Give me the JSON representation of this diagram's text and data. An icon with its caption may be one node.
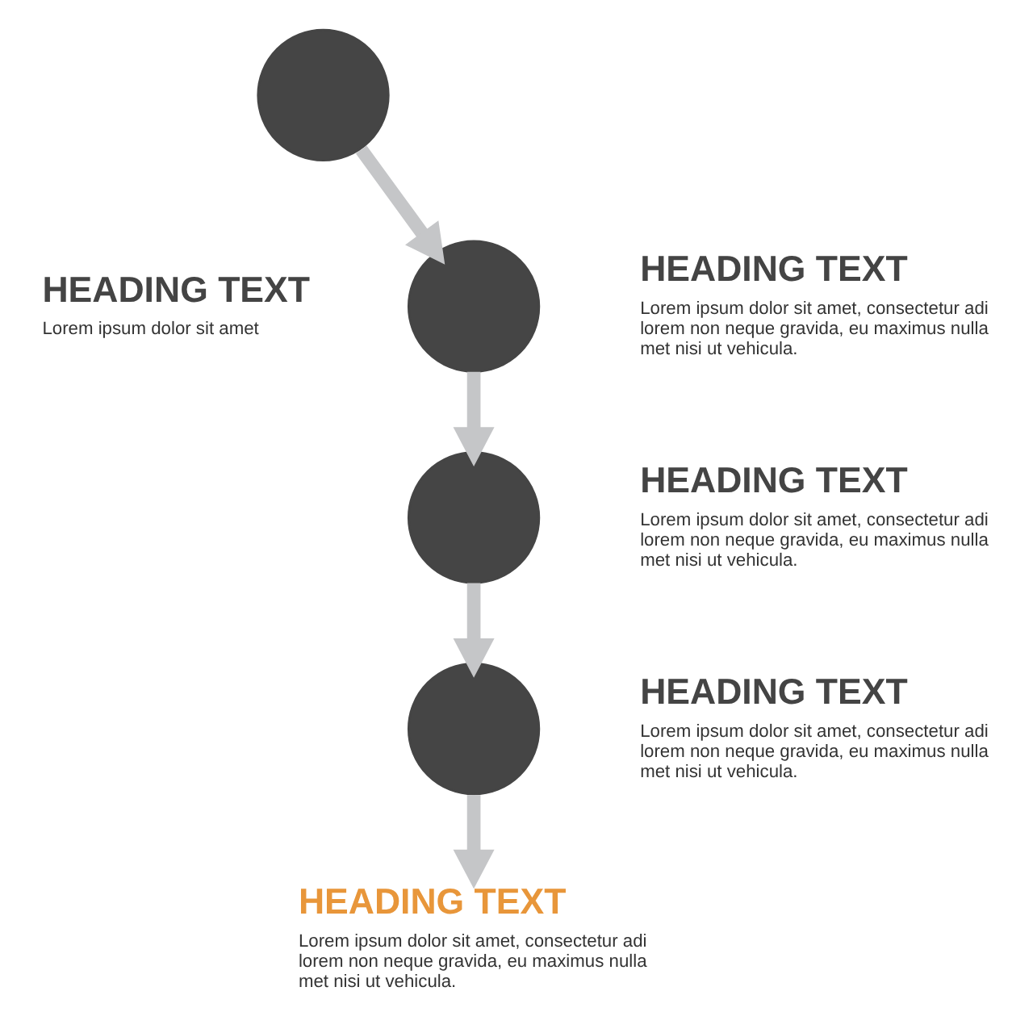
{
  "diagram": {
    "nodes": [
      {
        "text": [],
        "shape": "circle",
        "beside": [
          "HEADING TEXT",
          "Lorem ipsum dolor sit amet"
        ]
      },
      {
        "text": [],
        "shape": "circle"
      },
      {
        "text": [],
        "shape": "circle"
      },
      {
        "text": [],
        "shape": "circle"
      },
      {
        "text": [
          "HEADING TEXT",
          "Lorem ipsum dolor sit amet, consectetur adi lorem non neque gravida, eu maximus nulla met nisi ut vehicula."
        ]
      }
    ],
    "edges": [
      {
        "from": 0,
        "to": 1,
        "arrow": "to"
      },
      {
        "from": 1,
        "to": 2,
        "arrow": "to"
      },
      {
        "from": 2,
        "to": 3,
        "arrow": "to"
      },
      {
        "from": 3,
        "to": 4,
        "arrow": "to"
      }
    ],
    "labels": [
      "HEADING TEXT",
      "Lorem ipsum dolor sit amet, consectetur adi lorem non neque gravida, eu maximus nulla met nisi ut vehicula.",
      "HEADING TEXT",
      "Lorem ipsum dolor sit amet, consectetur adi lorem non neque gravida, eu maximus nulla met nisi ut vehicula.",
      "HEADING TEXT",
      "Lorem ipsum dolor sit amet, consectetur adi lorem non neque gravida, eu maximus nulla met nisi ut vehicula."
    ]
  }
}
